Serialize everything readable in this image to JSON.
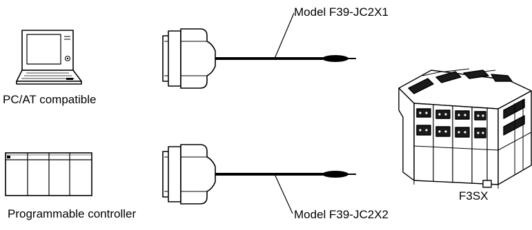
{
  "labels": {
    "pc": "PC/AT compatible",
    "plc": "Programmable controller",
    "cable_top": "Model F39-JC2X1",
    "cable_bottom": "Model F39-JC2X2",
    "device": "F3SX"
  },
  "devices": [
    {
      "id": "pc",
      "icon": "laptop-icon"
    },
    {
      "id": "plc",
      "icon": "plc-rack-icon"
    },
    {
      "id": "f3sx",
      "icon": "safety-relay-unit-icon"
    }
  ],
  "cables": [
    {
      "model": "Model F39-JC2X1",
      "connects": [
        "pc",
        "f3sx"
      ]
    },
    {
      "model": "Model F39-JC2X2",
      "connects": [
        "plc",
        "f3sx"
      ]
    }
  ],
  "colors": {
    "line": "#000000",
    "background": "#ffffff"
  }
}
